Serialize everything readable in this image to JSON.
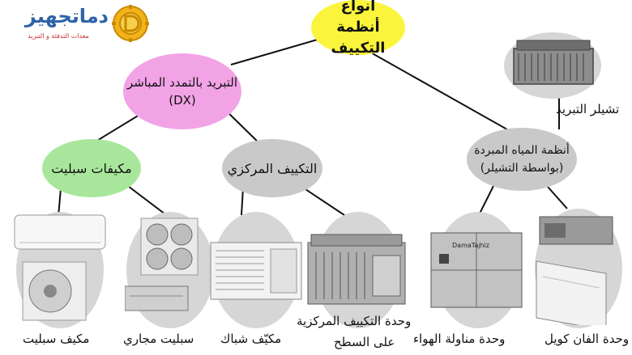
{
  "logo": {
    "brand_name": "دماتجهيز",
    "tagline": "معدات التدفئة و التبريد",
    "emblem": "gear-logo-icon"
  },
  "diagram": {
    "title_line1": "أنواع",
    "title_line2": "أنظمة التكييف",
    "dx_line1": "التبريد بالتمدد المباشر",
    "dx_line2": "(DX)",
    "split_category": "مكيفات سبليت",
    "central_category": "التكييف المركزي",
    "chilled_line1": "أنظمة المياه المبردة",
    "chilled_line2": "(بواسطة التشيلر)",
    "chiller_label": "تشيلر التبريد",
    "items": {
      "split_ac": "مكيف سبليت",
      "ducted_split": "سبليت مجاري",
      "window_ac": "مكيّف شباك",
      "rooftop_line1": "وحدة التكييف المركزية",
      "rooftop_line2": "على السطح",
      "ahu": "وحدة مناولة الهواء",
      "fan_coil": "وحدة الفان كويل"
    },
    "ahu_brand": "DamaTajhiz",
    "colors": {
      "title": "#fbf43c",
      "dx": "#f2a3e6",
      "split": "#a8e79b",
      "gray": "#c9c9c9",
      "lines": "#111111"
    }
  }
}
